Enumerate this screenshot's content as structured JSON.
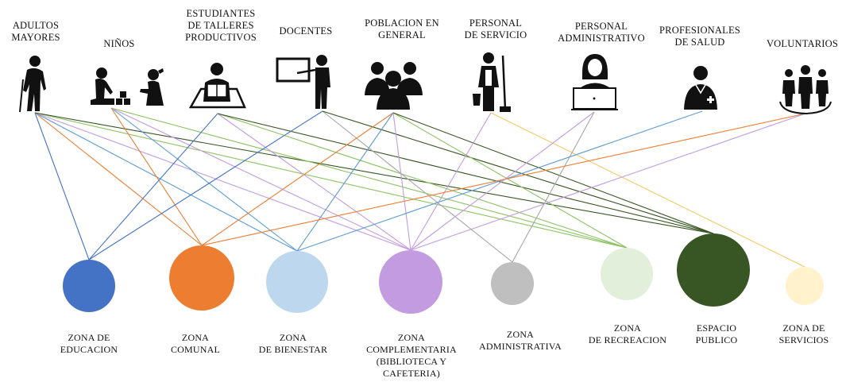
{
  "users": [
    {
      "id": "adultos",
      "label": "ADULTOS\nMAYORES",
      "icon": "elderly-person-icon"
    },
    {
      "id": "ninos",
      "label": "NIÑOS",
      "icon": "children-playing-icon"
    },
    {
      "id": "estudiantes",
      "label": "ESTUDIANTES\nDE TALLERES\nPRODUCTIVOS",
      "icon": "student-reading-icon"
    },
    {
      "id": "docentes",
      "label": "DOCENTES",
      "icon": "teacher-board-icon"
    },
    {
      "id": "poblacion",
      "label": "POBLACION EN\nGENERAL",
      "icon": "people-group-icon"
    },
    {
      "id": "servicio",
      "label": "PERSONAL\nDE SERVICIO",
      "icon": "cleaning-staff-icon"
    },
    {
      "id": "administrativo",
      "label": "PERSONAL\nADMINISTRATIVO",
      "icon": "office-worker-laptop-icon"
    },
    {
      "id": "salud",
      "label": "PROFESIONALES\nDE SALUD",
      "icon": "doctor-icon"
    },
    {
      "id": "voluntarios",
      "label": "VOLUNTARIOS",
      "icon": "volunteers-group-icon"
    }
  ],
  "zones": [
    {
      "id": "educacion",
      "label": "ZONA DE\nEDUCACION",
      "color": "#4472C4"
    },
    {
      "id": "comunal",
      "label": "ZONA\nCOMUNAL",
      "color": "#ED7D31"
    },
    {
      "id": "bienestar",
      "label": "ZONA\nDE BIENESTAR",
      "color": "#BDD7EE"
    },
    {
      "id": "complementaria",
      "label": "ZONA\nCOMPLEMENTARIA\n(BIBLIOTECA Y\nCAFETERIA)",
      "color": "#C39BE1"
    },
    {
      "id": "administrativa",
      "label": "ZONA\nADMINISTRATIVA",
      "color": "#BFBFBF"
    },
    {
      "id": "recreacion",
      "label": "ZONA\nDE RECREACION",
      "color": "#E2EFDA"
    },
    {
      "id": "publico",
      "label": "ESPACIO\nPUBLICO",
      "color": "#375623"
    },
    {
      "id": "servicios",
      "label": "ZONA DE\nSERVICIOS",
      "color": "#FFF2CC"
    }
  ],
  "connections": [
    {
      "from": "adultos",
      "to": "educacion"
    },
    {
      "from": "adultos",
      "to": "comunal"
    },
    {
      "from": "adultos",
      "to": "bienestar"
    },
    {
      "from": "adultos",
      "to": "complementaria"
    },
    {
      "from": "adultos",
      "to": "recreacion"
    },
    {
      "from": "adultos",
      "to": "publico"
    },
    {
      "from": "ninos",
      "to": "comunal"
    },
    {
      "from": "ninos",
      "to": "bienestar"
    },
    {
      "from": "ninos",
      "to": "complementaria"
    },
    {
      "from": "ninos",
      "to": "recreacion"
    },
    {
      "from": "estudiantes",
      "to": "educacion"
    },
    {
      "from": "estudiantes",
      "to": "complementaria"
    },
    {
      "from": "estudiantes",
      "to": "recreacion"
    },
    {
      "from": "estudiantes",
      "to": "publico"
    },
    {
      "from": "docentes",
      "to": "educacion"
    },
    {
      "from": "docentes",
      "to": "administrativa"
    },
    {
      "from": "docentes",
      "to": "publico"
    },
    {
      "from": "poblacion",
      "to": "comunal"
    },
    {
      "from": "poblacion",
      "to": "bienestar"
    },
    {
      "from": "poblacion",
      "to": "complementaria"
    },
    {
      "from": "poblacion",
      "to": "recreacion"
    },
    {
      "from": "poblacion",
      "to": "publico"
    },
    {
      "from": "servicio",
      "to": "complementaria"
    },
    {
      "from": "servicio",
      "to": "servicios"
    },
    {
      "from": "administrativo",
      "to": "complementaria"
    },
    {
      "from": "administrativo",
      "to": "administrativa"
    },
    {
      "from": "salud",
      "to": "bienestar"
    },
    {
      "from": "voluntarios",
      "to": "comunal"
    },
    {
      "from": "voluntarios",
      "to": "complementaria"
    }
  ]
}
